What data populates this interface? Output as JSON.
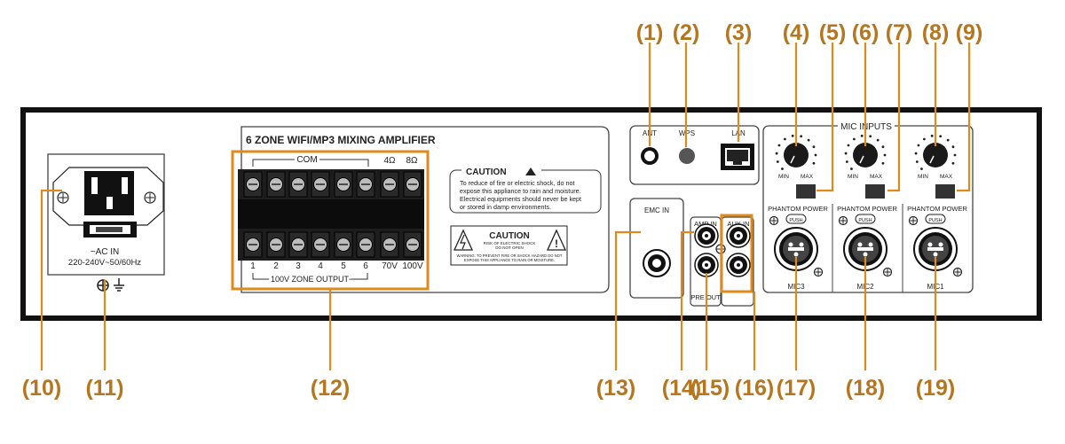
{
  "callouts": [
    "(1)",
    "(2)",
    "(3)",
    "(4)",
    "(5)",
    "(6)",
    "(7)",
    "(8)",
    "(9)",
    "(10)",
    "(11)",
    "(12)",
    "(13)",
    "(14)",
    "(15)",
    "(16)",
    "(17)",
    "(18)",
    "(19)"
  ],
  "amp_title": "6 ZONE WIFI/MP3 MIXING AMPLIFIER",
  "terminals": {
    "com": "COM",
    "ohm4": "4Ω",
    "ohm8": "8Ω",
    "outputs": [
      "1",
      "2",
      "3",
      "4",
      "5",
      "6",
      "70V",
      "100V"
    ],
    "zone_output": "100V ZONE OUTPUT"
  },
  "caution": {
    "heading": "CAUTION",
    "lines": [
      "To reduce of fire or electric shock, do not",
      "expose this appliance to rain and moisture.",
      "Electrical equipments should never be kept",
      "or stored in damp environments."
    ],
    "label_title": "CAUTION",
    "label_sub1": "RISK OF ELECTRIC SHOCK",
    "label_sub2": "DO NOT OPEN",
    "label_warn1": "WARNING: TO PREVENT FIRE OR SHOCK HAZARD DO NOT",
    "label_warn2": "EXPOSE THIS APPLIANCE TO RAIN OR MOISTURE."
  },
  "power": {
    "ac_in": "~AC IN",
    "rating": "220-240V~50/60Hz"
  },
  "network": {
    "ant": "ANT",
    "wps": "WPS",
    "lan": "LAN"
  },
  "jacks": {
    "emc_in": "EMC IN",
    "amp_in": "AMP IN",
    "aux_in": "AUX IN",
    "pre_out": "PRE OUT"
  },
  "mic": {
    "section": "MIC INPUTS",
    "min": "MIN",
    "max": "MAX",
    "phantom": "PHANTOM POWER",
    "push": "PUSH",
    "names": [
      "MIC3",
      "MIC2",
      "MIC1"
    ]
  }
}
